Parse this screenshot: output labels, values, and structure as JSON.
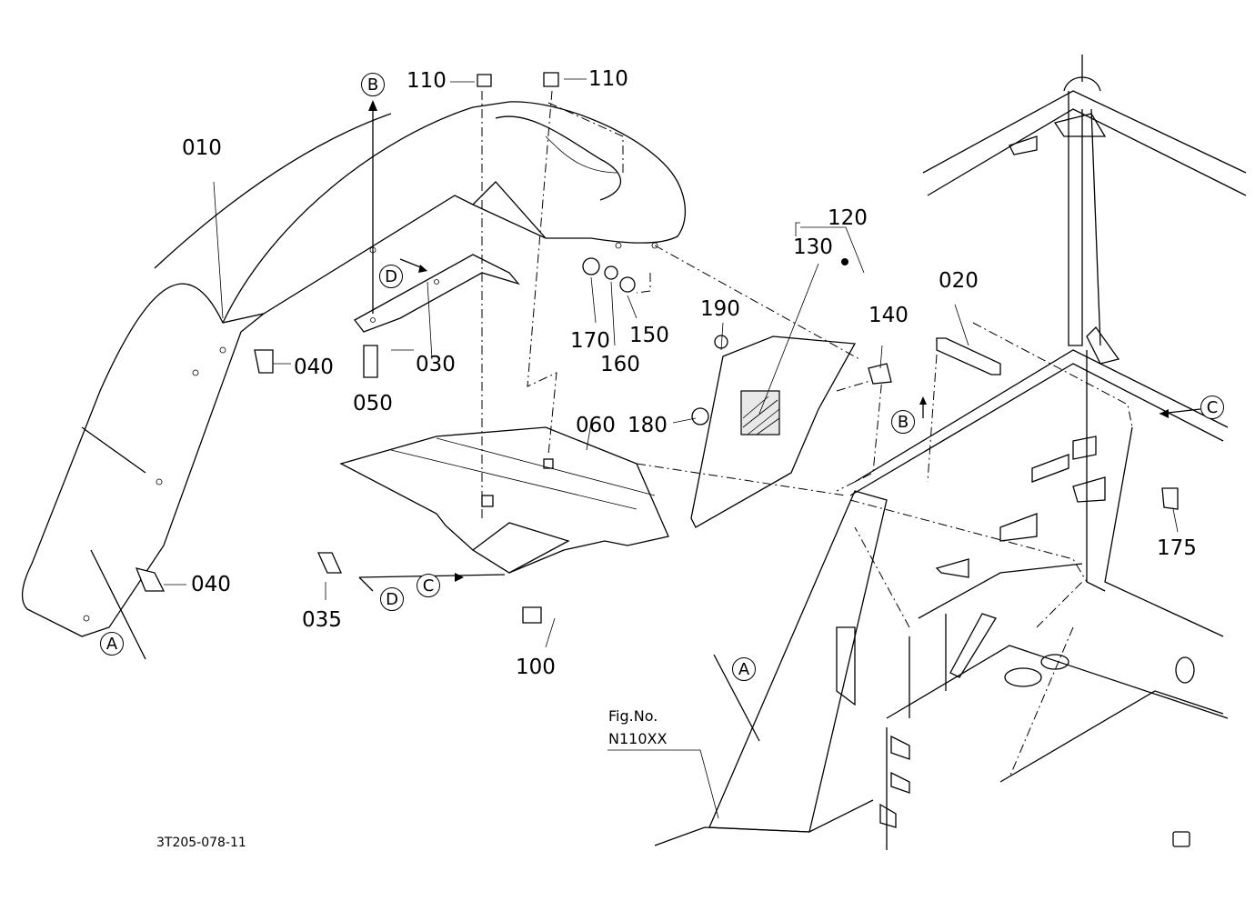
{
  "callouts": {
    "p010": "010",
    "p020": "020",
    "p030": "030",
    "p035": "035",
    "p040a": "040",
    "p040b": "040",
    "p050": "050",
    "p060": "060",
    "p100": "100",
    "p110a": "110",
    "p110b": "110",
    "p120": "120",
    "p130": "130",
    "p140": "140",
    "p150": "150",
    "p160": "160",
    "p170": "170",
    "p175": "175",
    "p180": "180",
    "p190": "190"
  },
  "refs": {
    "A1": "A",
    "A2": "A",
    "B1": "B",
    "B2": "B",
    "C1": "C",
    "C2": "C",
    "D1": "D",
    "D2": "D"
  },
  "fig_ref": {
    "line1": "Fig.No.",
    "line2": "N110XX"
  },
  "drawing_id": "3T205-078-11"
}
